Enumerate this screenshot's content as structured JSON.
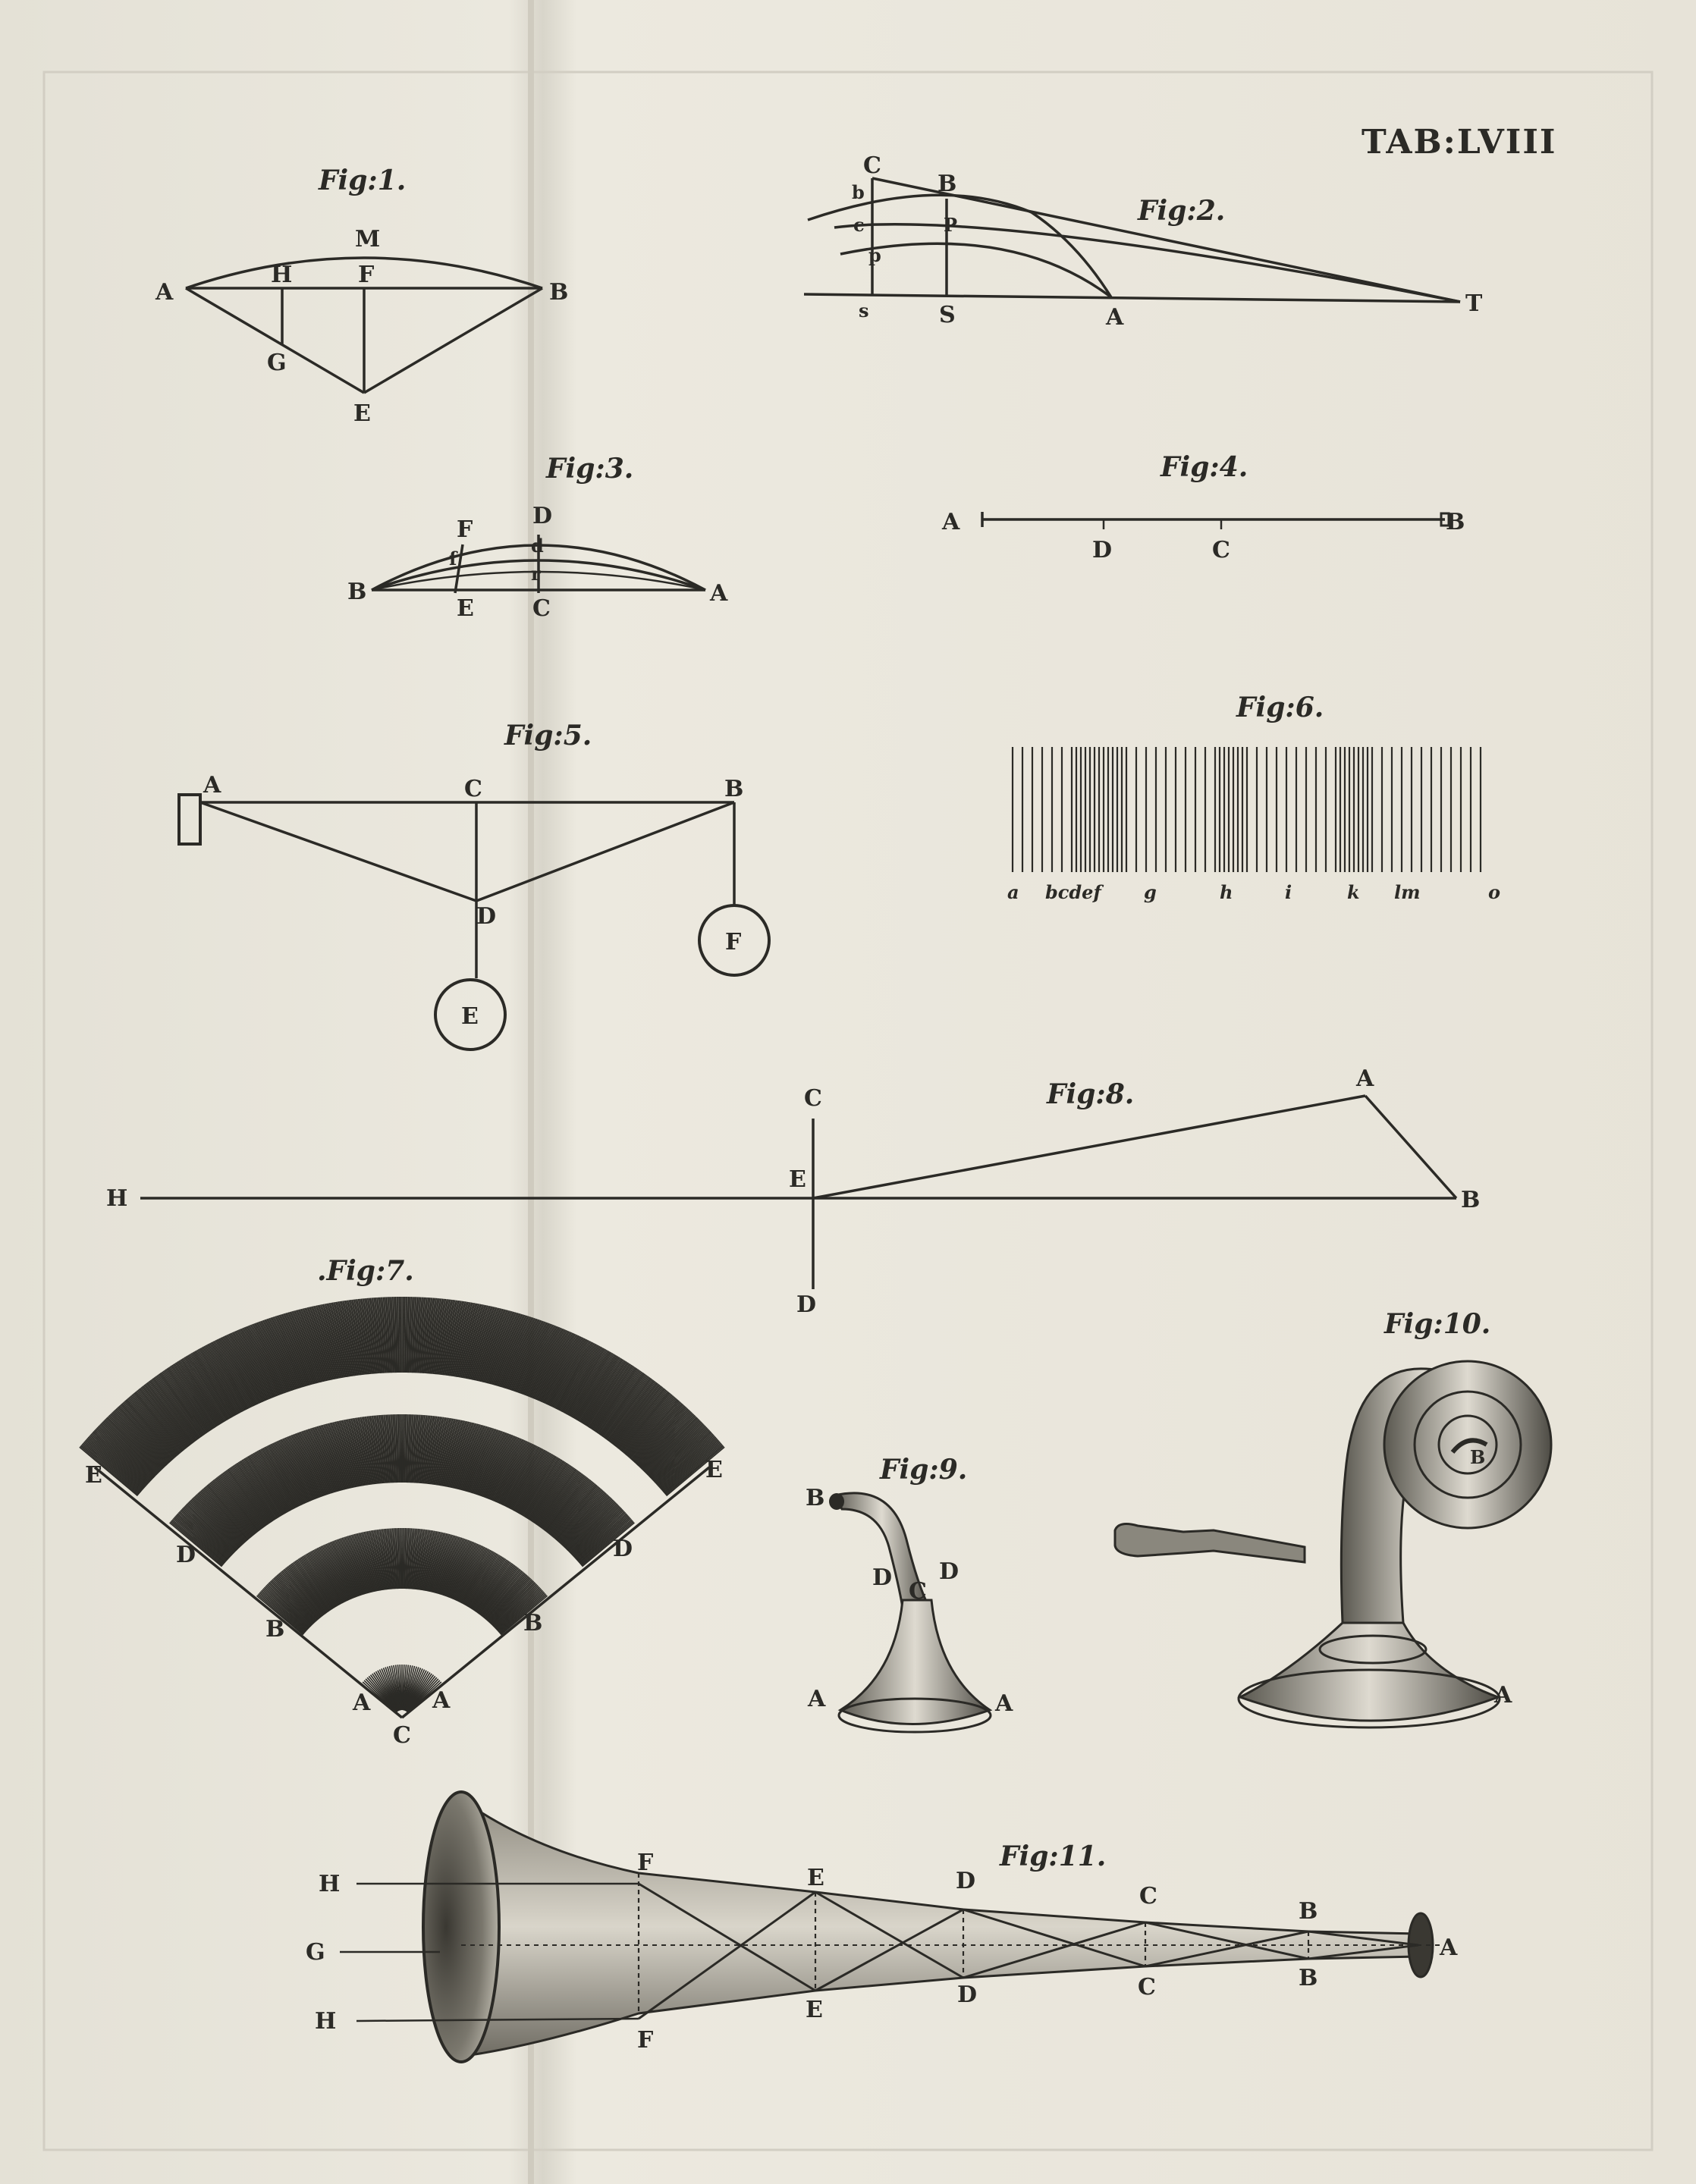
{
  "plate": {
    "title": "TAB:LVIII"
  },
  "figures": {
    "fig1": {
      "caption": "Fig:1.",
      "labels": {
        "M": "M",
        "A": "A",
        "H": "H",
        "F": "F",
        "B": "B",
        "G": "G",
        "E": "E"
      }
    },
    "fig2": {
      "caption": "Fig:2.",
      "labels": {
        "C": "C",
        "B": "B",
        "b": "b",
        "c": "c",
        "P": "P",
        "p": "p",
        "s": "s",
        "S": "S",
        "A": "A",
        "T": "T"
      }
    },
    "fig3": {
      "caption": "Fig:3.",
      "labels": {
        "F": "F",
        "D": "D",
        "d": "d",
        "f": "f",
        "r": "r",
        "B": "B",
        "E": "E",
        "C": "C",
        "A": "A"
      }
    },
    "fig4": {
      "caption": "Fig:4.",
      "labels": {
        "A": "A",
        "B": "B",
        "D": "D",
        "C": "C"
      }
    },
    "fig5": {
      "caption": "Fig:5.",
      "labels": {
        "A": "A",
        "C": "C",
        "B": "B",
        "D": "D",
        "E": "E",
        "F": "F"
      }
    },
    "fig6": {
      "caption": "Fig:6.",
      "labels": [
        "a",
        "bcdef",
        "g",
        "h",
        "i",
        "k",
        "lm",
        "o"
      ]
    },
    "fig7": {
      "caption": ".Fig:7.",
      "labels": {
        "E": "E",
        "D": "D",
        "B": "B",
        "A": "A",
        "C": "C"
      }
    },
    "fig8": {
      "caption": "Fig:8.",
      "labels": {
        "C": "C",
        "A": "A",
        "H": "H",
        "E": "E",
        "B": "B",
        "D": "D"
      }
    },
    "fig9": {
      "caption": "Fig:9.",
      "labels": {
        "B": "B",
        "D": "D",
        "C": "C",
        "A": "A"
      }
    },
    "fig10": {
      "caption": "Fig:10.",
      "labels": {
        "B": "B",
        "A": "A"
      }
    },
    "fig11": {
      "caption": "Fig:11.",
      "labels": {
        "H": "H",
        "G": "G",
        "F": "F",
        "E": "E",
        "D": "D",
        "C": "C",
        "B": "B",
        "A": "A"
      }
    }
  }
}
